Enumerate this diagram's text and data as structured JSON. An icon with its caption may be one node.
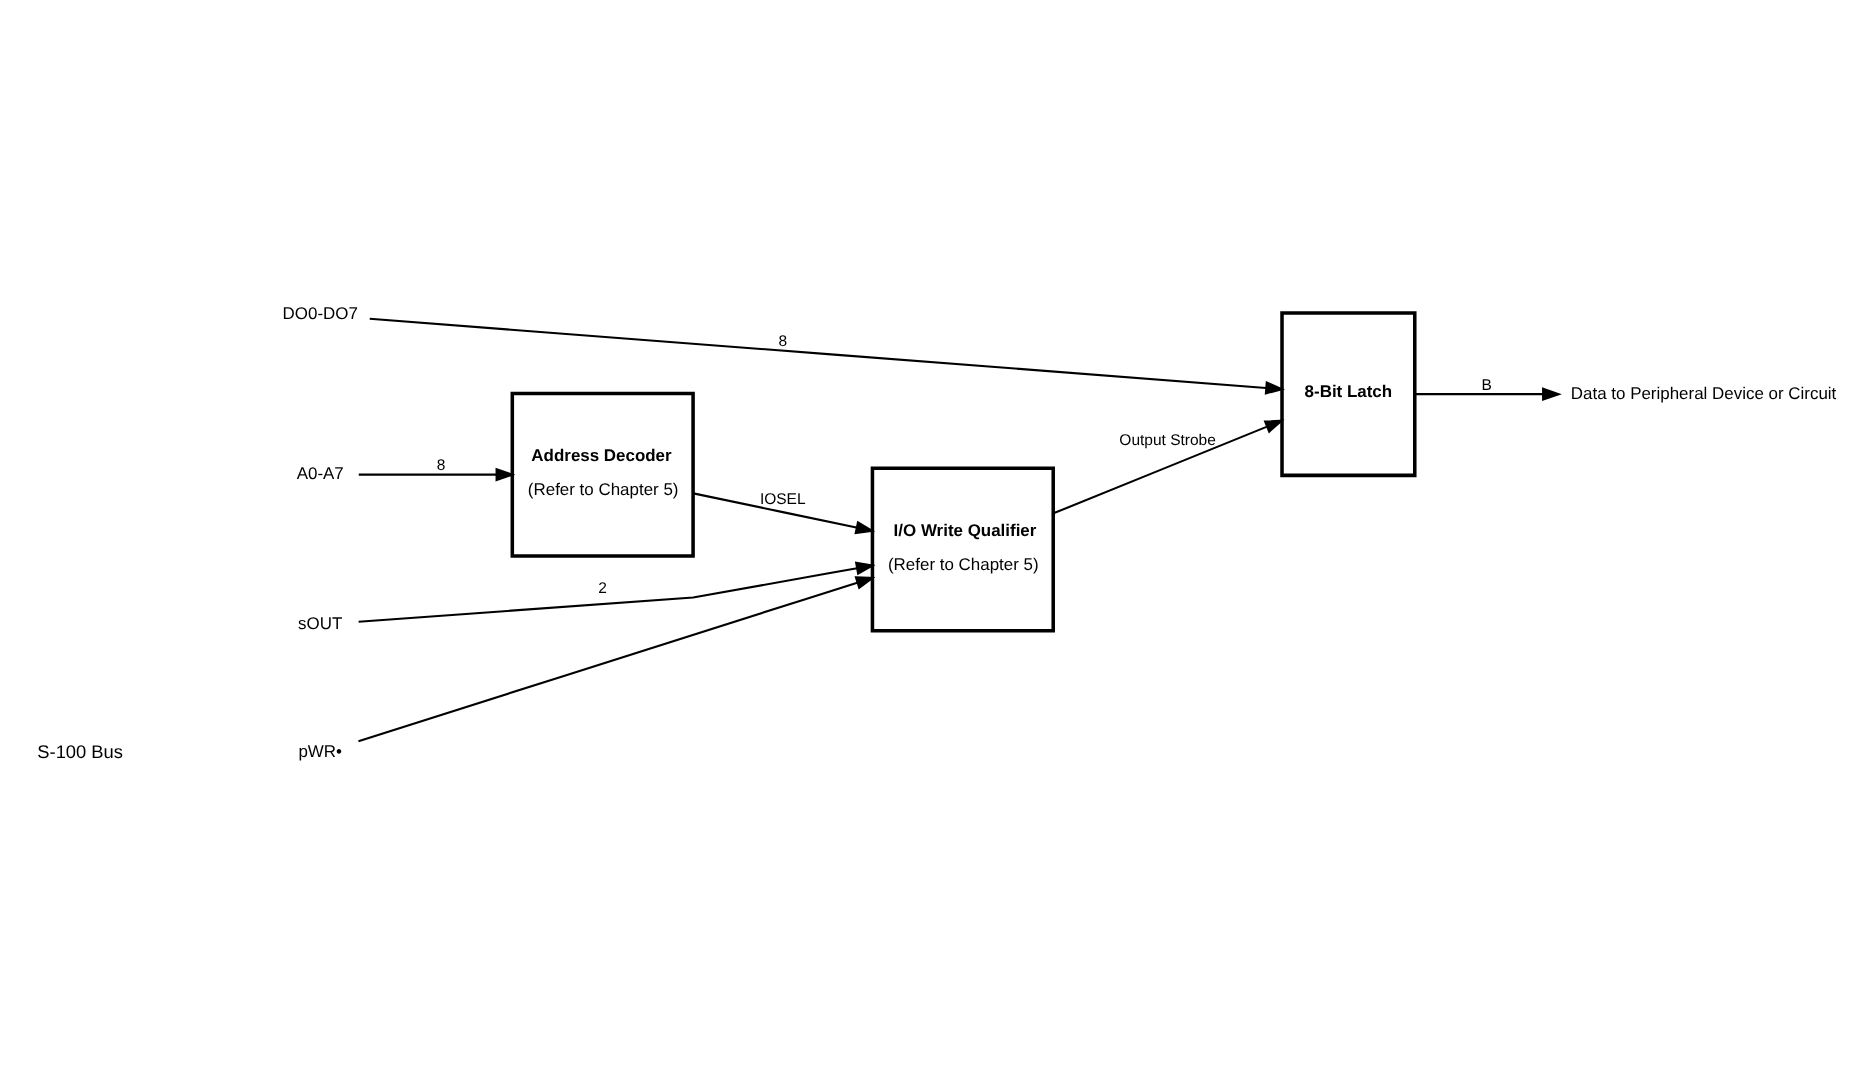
{
  "diagram": {
    "nodes": [
      {
        "text": [
          "A0-A7"
        ]
      },
      {
        "text": [
          "Address Decoder",
          "(Refer to Chapter 5)"
        ]
      },
      {
        "text": [
          "pWR•"
        ]
      },
      {
        "text": [
          "sOUT"
        ]
      },
      {
        "text": [
          "I/O Write Qualifier",
          "(Refer to Chapter 5)"
        ]
      },
      {
        "text": [
          "DO0-DO7"
        ]
      },
      {
        "text": [
          "8-Bit Latch"
        ]
      },
      {
        "text": [
          "Data to Peripheral Device or Circuit"
        ]
      }
    ],
    "edges": [
      {
        "from": 0,
        "to": 1,
        "arrow": "to",
        "label": "8"
      },
      {
        "from": 1,
        "to": 4,
        "arrow": "to",
        "label": "IOSEL"
      },
      {
        "from": 2,
        "to": 4,
        "arrow": "to"
      },
      {
        "from": 3,
        "to": 4,
        "arrow": "to",
        "label": "2"
      },
      {
        "from": 4,
        "to": 6,
        "arrow": "to",
        "label": "Output Strobe"
      },
      {
        "from": 5,
        "to": 6,
        "arrow": "to",
        "label": "8"
      },
      {
        "from": 6,
        "to": 7,
        "arrow": "to",
        "label": "B"
      }
    ],
    "labels": [
      "S-100 Bus"
    ]
  }
}
